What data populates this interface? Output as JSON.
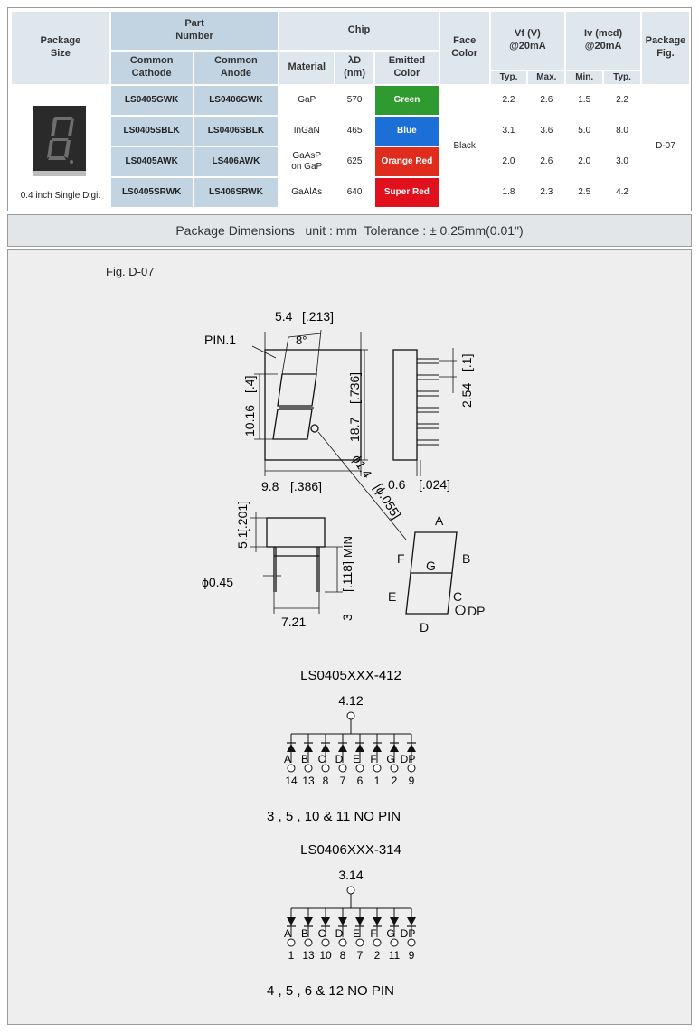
{
  "spec": {
    "headers": {
      "package_size": [
        "Package",
        "Size"
      ],
      "part_number": [
        "Part",
        "Number"
      ],
      "common_cathode": [
        "Common",
        "Cathode"
      ],
      "common_anode": [
        "Common",
        "Anode"
      ],
      "chip": "Chip",
      "material": "Material",
      "wavelength": [
        "λD",
        "(nm)"
      ],
      "emitted_color": [
        "Emitted",
        "Color"
      ],
      "face_color": [
        "Face",
        "Color"
      ],
      "vf": [
        "Vf (V)",
        "@20mA"
      ],
      "iv": [
        "Iv (mcd)",
        "@20mA"
      ],
      "package_fig": [
        "Package",
        "Fig."
      ],
      "typ": "Typ.",
      "max": "Max.",
      "min": "Min."
    },
    "package_label": "0.4 inch Single Digit",
    "face_color": "Black",
    "package_fig": "D-07",
    "rows": [
      {
        "cathode": "LS0405GWK",
        "anode": "LS0406GWK",
        "material": [
          "GaP"
        ],
        "wavelength": "570",
        "color": "Green",
        "swatch": "#2f9a2f",
        "vf_typ": "2.2",
        "vf_max": "2.6",
        "iv_min": "1.5",
        "iv_typ": "2.2"
      },
      {
        "cathode": "LS0405SBLK",
        "anode": "LS0406SBLK",
        "material": [
          "InGaN"
        ],
        "wavelength": "465",
        "color": "Blue",
        "swatch": "#1c6fd6",
        "vf_typ": "3.1",
        "vf_max": "3.6",
        "iv_min": "5.0",
        "iv_typ": "8.0"
      },
      {
        "cathode": "LS0405AWK",
        "anode": "LS406AWK",
        "material": [
          "GaAsP",
          "on GaP"
        ],
        "wavelength": "625",
        "color": "Orange Red",
        "swatch": "#e02c1c",
        "vf_typ": "2.0",
        "vf_max": "2.6",
        "iv_min": "2.0",
        "iv_typ": "3.0"
      },
      {
        "cathode": "LS0405SRWK",
        "anode": "LS406SRWK",
        "material": [
          "GaAlAs"
        ],
        "wavelength": "640",
        "color": "Super Red",
        "swatch": "#e0101c",
        "vf_typ": "1.8",
        "vf_max": "2.3",
        "iv_min": "2.5",
        "iv_typ": "4.2"
      }
    ]
  },
  "dimensions_bar": "Package Dimensions   unit : mm  Tolerance : ± 0.25mm(0.01\")",
  "figure": {
    "label": "Fig. D-07",
    "front": {
      "pin1": "PIN.1",
      "width_top": "5.4",
      "width_top_in": "[.213]",
      "angle": "8°",
      "height_left": "10.16",
      "height_left_in": "[.4]",
      "height_right": "18.7",
      "height_right_in": "[.736]",
      "width_bottom": "9.8",
      "width_bottom_in": "[.386]",
      "dot": "ϕ1.4",
      "dot_in": "[ϕ.055]"
    },
    "side": {
      "pitch": "2.54",
      "pitch_in": "[.1]",
      "thick": "0.6",
      "thick_in": "[.024]"
    },
    "bottom": {
      "height": "5.1",
      "height_in": "[.201]",
      "pin_len": "3",
      "pin_len_in": "[.118]",
      "min": "MIN",
      "pin_dia": "ϕ0.45",
      "width": "7.21"
    },
    "segments": {
      "a": "A",
      "b": "B",
      "c": "C",
      "d": "D",
      "e": "E",
      "f": "F",
      "g": "G",
      "dp": "DP"
    },
    "circuit1": {
      "title": "LS0405XXX-412",
      "common": "4.12",
      "labels": [
        "A",
        "B",
        "C",
        "D",
        "E",
        "F",
        "G",
        "DP"
      ],
      "pins": [
        "14",
        "13",
        "8",
        "7",
        "6",
        "1",
        "2",
        "9"
      ],
      "note": "3 , 5 , 10  &  11 NO PIN"
    },
    "circuit2": {
      "title": "LS0406XXX-314",
      "common": "3.14",
      "labels": [
        "A",
        "B",
        "C",
        "D",
        "E",
        "F",
        "G",
        "DP"
      ],
      "pins": [
        "1",
        "13",
        "10",
        "8",
        "7",
        "2",
        "11",
        "9"
      ],
      "note": "4 , 5 , 6  &  12 NO PIN"
    }
  }
}
